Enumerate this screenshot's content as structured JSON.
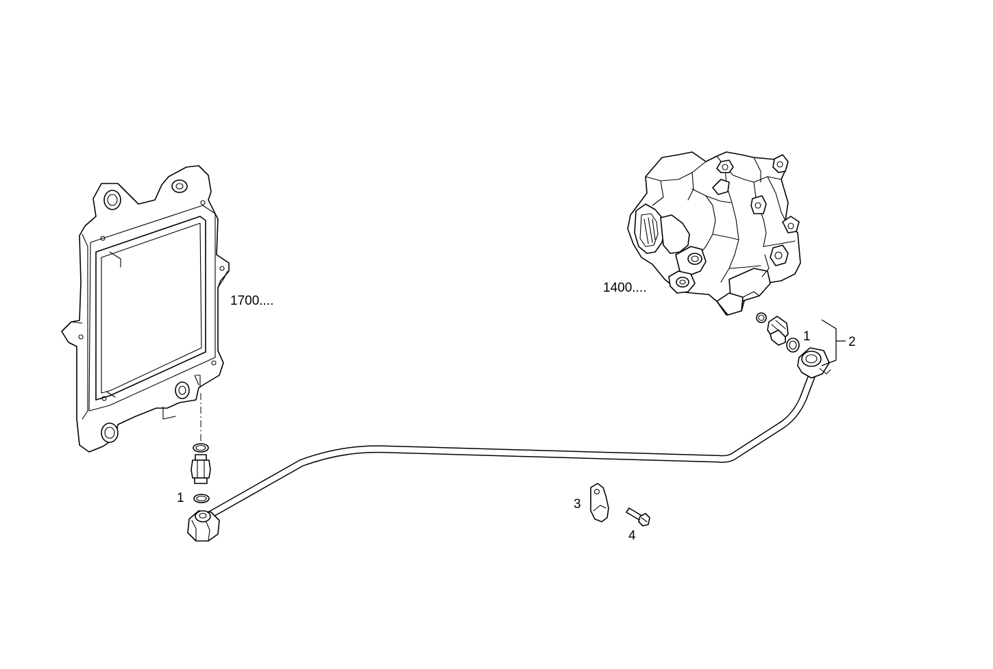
{
  "colors": {
    "line": "#000000",
    "background": "#ffffff"
  },
  "labels": {
    "ecu_ref": "1700....",
    "pump_ref": "1400....",
    "seal_left": "1",
    "seal_right": "1",
    "pipe_assembly": "2",
    "clamp": "3",
    "screw": "4"
  }
}
